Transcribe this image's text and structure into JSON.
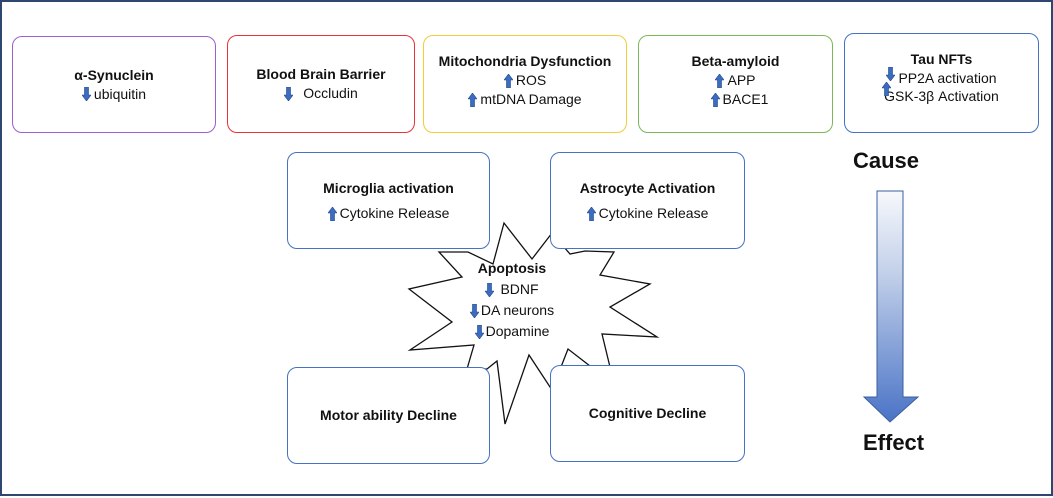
{
  "colors": {
    "page_border": "#2d4770",
    "arrow_icon": "#3a6cc0",
    "synuclein_border": "#9b5fcf",
    "bbb_border": "#e8333a",
    "mito_border": "#f2cc3a",
    "amyloid_border": "#7cb85a",
    "default_border": "#4472c4",
    "flow_arrow_top": "#f7f8fc",
    "flow_arrow_bottom": "#4a73c6"
  },
  "causes": [
    {
      "title": "α-Synuclein",
      "items": [
        {
          "dir": "down",
          "text": "ubiquitin"
        }
      ]
    },
    {
      "title": "Blood Brain Barrier",
      "items": [
        {
          "dir": "down",
          "text": "Occludin"
        }
      ]
    },
    {
      "title": "Mitochondria Dysfunction",
      "items": [
        {
          "dir": "up",
          "text": "ROS"
        },
        {
          "dir": "up",
          "text": "mtDNA Damage"
        }
      ]
    },
    {
      "title": "Beta-amyloid",
      "items": [
        {
          "dir": "up",
          "text": "APP"
        },
        {
          "dir": "up",
          "text": "BACE1"
        }
      ]
    },
    {
      "title": "Tau NFTs",
      "items": [
        {
          "dir": "down",
          "text": "PP2A activation"
        },
        {
          "dir": "up",
          "text": "GSK-3β Activation"
        }
      ]
    }
  ],
  "activation": [
    {
      "title": "Microglia activation",
      "items": [
        {
          "dir": "up",
          "text": "Cytokine Release"
        }
      ]
    },
    {
      "title": "Astrocyte Activation",
      "items": [
        {
          "dir": "up",
          "text": "Cytokine Release"
        }
      ]
    }
  ],
  "apoptosis": {
    "title": "Apoptosis",
    "items": [
      {
        "dir": "down",
        "text": "BDNF"
      },
      {
        "dir": "down",
        "text": "DA neurons"
      },
      {
        "dir": "down",
        "text": "Dopamine"
      }
    ]
  },
  "outcomes": [
    {
      "title": "Motor ability Decline"
    },
    {
      "title": "Cognitive Decline"
    }
  ],
  "flow": {
    "start_label": "Cause",
    "end_label": "Effect"
  }
}
